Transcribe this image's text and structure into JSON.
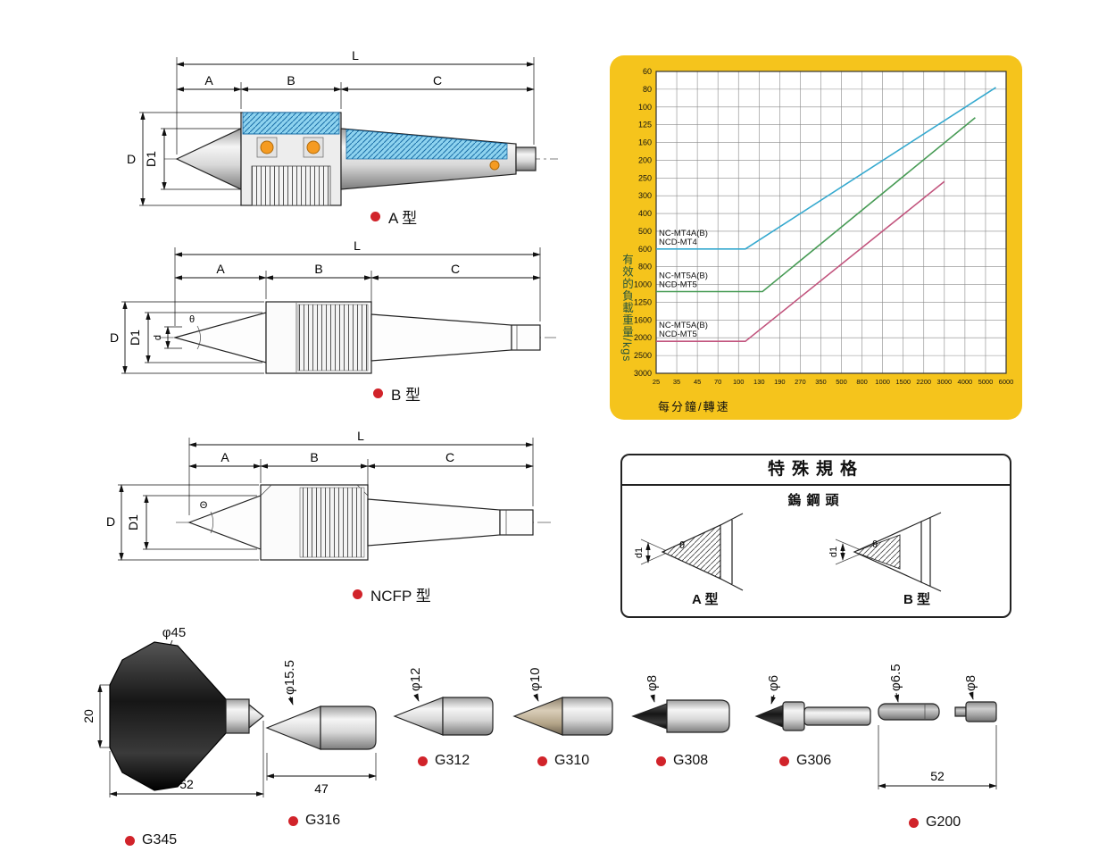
{
  "dims": {
    "L": "L",
    "A": "A",
    "B": "B",
    "C": "C",
    "D": "D",
    "D1": "D1",
    "d": "d",
    "theta": "θ",
    "Theta": "Θ"
  },
  "drawings": {
    "a": {
      "label": "A 型"
    },
    "b": {
      "label": "B 型"
    },
    "ncfp": {
      "label": "NCFP 型"
    }
  },
  "chart_data": {
    "type": "line",
    "title": "",
    "ylabel": "有效的負載重量/kgs",
    "xlabel": "每分鐘/轉速",
    "grid": true,
    "y_axis_inverted": true,
    "y_ticks": [
      60,
      80,
      100,
      125,
      160,
      200,
      250,
      300,
      400,
      500,
      600,
      800,
      1000,
      1250,
      1600,
      2000,
      2500,
      3000
    ],
    "x_ticks": [
      25,
      35,
      45,
      70,
      100,
      130,
      190,
      270,
      350,
      500,
      800,
      1000,
      1500,
      2200,
      3000,
      4000,
      5000,
      6000
    ],
    "series": [
      {
        "name_line1": "NC-MT4A(B)",
        "name_line2": "NCD-MT4",
        "color": "#35a9cf",
        "points": [
          {
            "rpm": 25,
            "kgs": 600
          },
          {
            "rpm": 110,
            "kgs": 600
          },
          {
            "rpm": 5500,
            "kgs": 78
          }
        ]
      },
      {
        "name_line1": "NC-MT5A(B)",
        "name_line2": "NCD-MT5",
        "color": "#479b55",
        "points": [
          {
            "rpm": 25,
            "kgs": 1100
          },
          {
            "rpm": 140,
            "kgs": 1100
          },
          {
            "rpm": 4500,
            "kgs": 115
          }
        ]
      },
      {
        "name_line1": "NC-MT5A(B)",
        "name_line2": "NCD-MT5",
        "color": "#c2557e",
        "points": [
          {
            "rpm": 25,
            "kgs": 2100
          },
          {
            "rpm": 110,
            "kgs": 2100
          },
          {
            "rpm": 3000,
            "kgs": 260
          }
        ]
      }
    ]
  },
  "special": {
    "title": "特殊規格",
    "subtitle": "鎢鋼頭",
    "type_a_label": "A 型",
    "type_b_label": "B 型",
    "dim_d1": "d1",
    "dim_theta": "θ"
  },
  "tips": {
    "g345": {
      "label": "G345",
      "diameter": "φ45",
      "height": "20",
      "length": "52"
    },
    "g316": {
      "label": "G316",
      "diameter": "φ15.5",
      "length": "47"
    },
    "g312": {
      "label": "G312",
      "diameter": "φ12"
    },
    "g310": {
      "label": "G310",
      "diameter": "φ10"
    },
    "g308": {
      "label": "G308",
      "diameter": "φ8"
    },
    "g306": {
      "label": "G306",
      "diameter": "φ6"
    },
    "g200": {
      "label": "G200",
      "diameter_1": "φ6.5",
      "diameter_2": "φ8",
      "length": "52"
    }
  }
}
